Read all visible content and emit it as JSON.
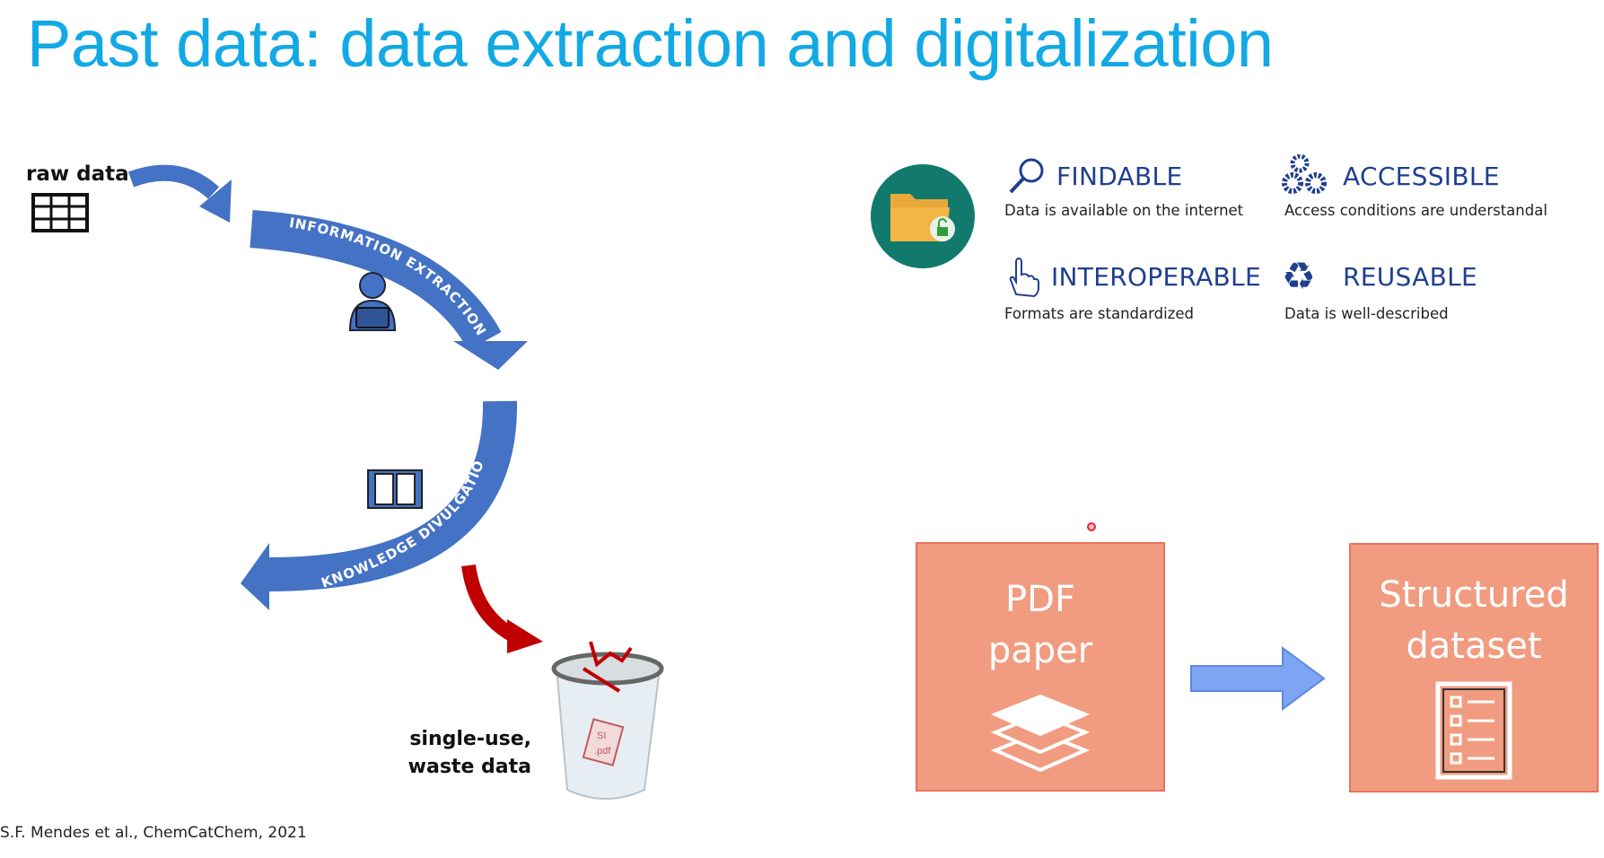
{
  "title": "Past data: data extraction and digitalization",
  "diagram": {
    "raw_data_label": "raw data",
    "information_extraction": "INFORMATION EXTRACTION",
    "knowledge_divulgation": "KNOWLEDGE DIVULGATION",
    "waste_line1": "single-use,",
    "waste_line2": "waste data",
    "trash_doc_line1": "SI",
    "trash_doc_line2": ".pdf"
  },
  "fair": [
    {
      "title": "FINDABLE",
      "subtitle": "Data is available on the internet",
      "icon": "magnifier-icon"
    },
    {
      "title": "ACCESSIBLE",
      "subtitle": "Access conditions are understandal",
      "icon": "gears-icon"
    },
    {
      "title": "INTEROPERABLE",
      "subtitle": "Formats are standardized",
      "icon": "pointer-hand-icon"
    },
    {
      "title": "REUSABLE",
      "subtitle": "Data is well-described",
      "icon": "recycle-icon"
    }
  ],
  "boxes": {
    "pdf_line1": "PDF",
    "pdf_line2": "paper",
    "structured_line1": "Structured",
    "structured_line2": "dataset"
  },
  "citation": "S.F. Mendes et al., ChemCatChem, 2021",
  "colors": {
    "title": "#12a9e4",
    "arrow_blue": "#4472c4",
    "arrow_red": "#c00000",
    "box": "#f19c80",
    "fair_text": "#1f3f8f",
    "teal": "#127a6c",
    "flow_arrow": "#7ea4f4"
  }
}
